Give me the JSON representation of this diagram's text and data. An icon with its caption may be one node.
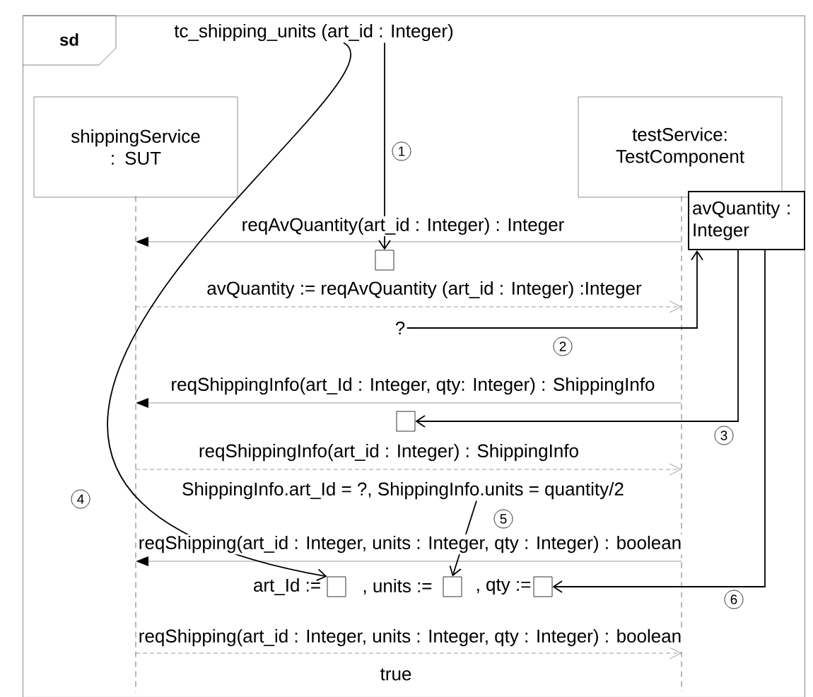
{
  "diagram": {
    "nodes": [
      {
        "text": [
          "sd"
        ]
      },
      {
        "text": [
          "tc_shipping_units (art_id : Integer)"
        ],
        "in": 0
      },
      {
        "text": [
          "shippingService : SUT"
        ],
        "in": 0
      },
      {
        "text": [
          "testService: TestComponent"
        ],
        "in": 0
      },
      {
        "text": [
          "avQuantity : Integer"
        ],
        "in": 0
      },
      {
        "text": [],
        "shape": "box",
        "in": 0
      },
      {
        "text": [
          "?"
        ],
        "in": 0
      },
      {
        "text": [],
        "shape": "box",
        "in": 0
      },
      {
        "text": [
          "ShippingInfo.art_Id = ?, ShippingInfo.units = quantity/2"
        ],
        "in": 0
      },
      {
        "text": [],
        "shape": "box",
        "in": 0
      },
      {
        "text": [],
        "shape": "box",
        "in": 0
      },
      {
        "text": [],
        "shape": "box",
        "in": 0
      },
      {
        "text": [],
        "shape": "line",
        "in": 0
      },
      {
        "text": [],
        "shape": "line",
        "in": 0
      }
    ],
    "edges": [
      {
        "from": 13,
        "to": 12,
        "arrow": "to",
        "label": "reqAvQuantity(art_id : Integer) : Integer",
        "color": "#808080"
      },
      {
        "from": 12,
        "to": 13,
        "arrow": "to",
        "label": "avQuantity := reqAvQuantity (art_id : Integer) :Integer",
        "style": "dashed",
        "color": "#808080"
      },
      {
        "from": 13,
        "to": 12,
        "arrow": "to",
        "label": "reqShippingInfo(art_Id : Integer, qty: Integer) : ShippingInfo",
        "color": "#808080"
      },
      {
        "from": 12,
        "to": 13,
        "arrow": "to",
        "label": "reqShippingInfo(art_id : Integer) : ShippingInfo",
        "style": "dashed",
        "color": "#808080"
      },
      {
        "from": 13,
        "to": 12,
        "arrow": "to",
        "label": "reqShipping(art_id : Integer, units : Integer, qty : Integer) : boolean",
        "color": "#808080"
      },
      {
        "from": 12,
        "to": 13,
        "arrow": "to",
        "label": "reqShipping(art_id : Integer, units : Integer, qty : Integer) : boolean",
        "style": "dashed",
        "color": "#808080"
      },
      {
        "from": 1,
        "to": 5,
        "arrow": "to",
        "label": "1",
        "color": "#000000"
      },
      {
        "from": 6,
        "to": 4,
        "arrow": "to",
        "label": "2",
        "color": "#000000"
      },
      {
        "from": 4,
        "to": 7,
        "arrow": "to",
        "label": "3",
        "color": "#000000"
      },
      {
        "from": 1,
        "to": 9,
        "arrow": "to",
        "label": "4",
        "color": "#000000"
      },
      {
        "from": 8,
        "to": 10,
        "arrow": "to",
        "label": "5",
        "color": "#000000"
      },
      {
        "from": 4,
        "to": 11,
        "arrow": "to",
        "label": "6",
        "color": "#000000"
      }
    ],
    "labels": [
      "art_Id :=",
      ", units :=",
      ", qty :=",
      "true"
    ]
  }
}
